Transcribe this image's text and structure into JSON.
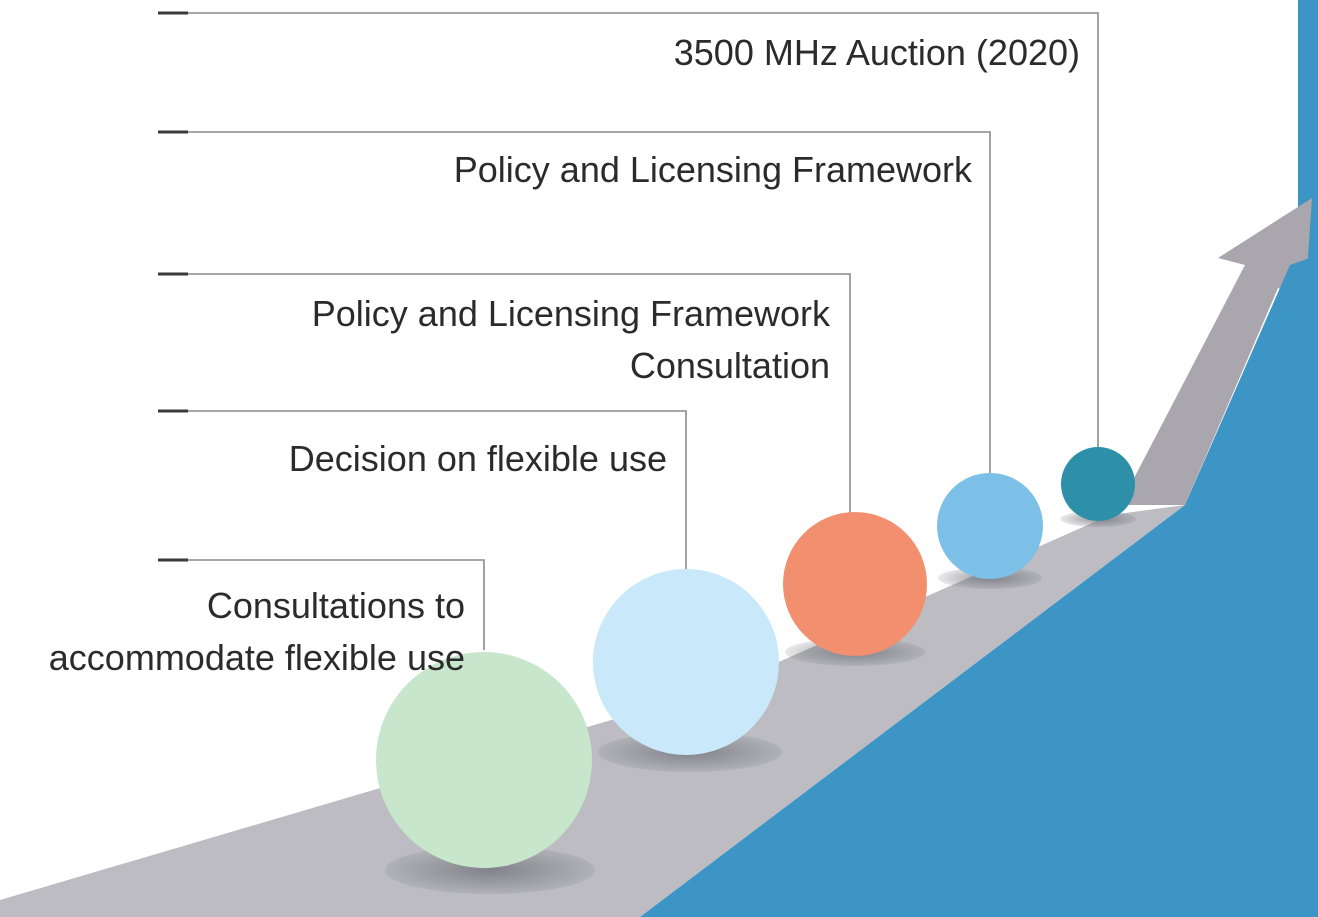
{
  "diagram": {
    "colors": {
      "background": "#ffffff",
      "ramp": "#bcbcc2",
      "arrow": "#aaa6ae",
      "blue_block": "#3d95c6",
      "blue_block_right": "#4a9fd0",
      "leader_line": "#8a8a8a",
      "text": "#2b2b2b"
    },
    "steps": [
      {
        "label_lines": [
          "Consultations to",
          "accommodate flexible use"
        ],
        "sphere_color": "#c7e6cc"
      },
      {
        "label_lines": [
          "Decision on flexible use"
        ],
        "sphere_color": "#c9e9fb"
      },
      {
        "label_lines": [
          "Policy and Licensing Framework",
          "Consultation"
        ],
        "sphere_color": "#f28f6e"
      },
      {
        "label_lines": [
          "Policy and Licensing Framework"
        ],
        "sphere_color": "#7cc0e8"
      },
      {
        "label_lines": [
          "3500 MHz Auction (2020)"
        ],
        "sphere_color": "#2e8fa8"
      }
    ]
  }
}
